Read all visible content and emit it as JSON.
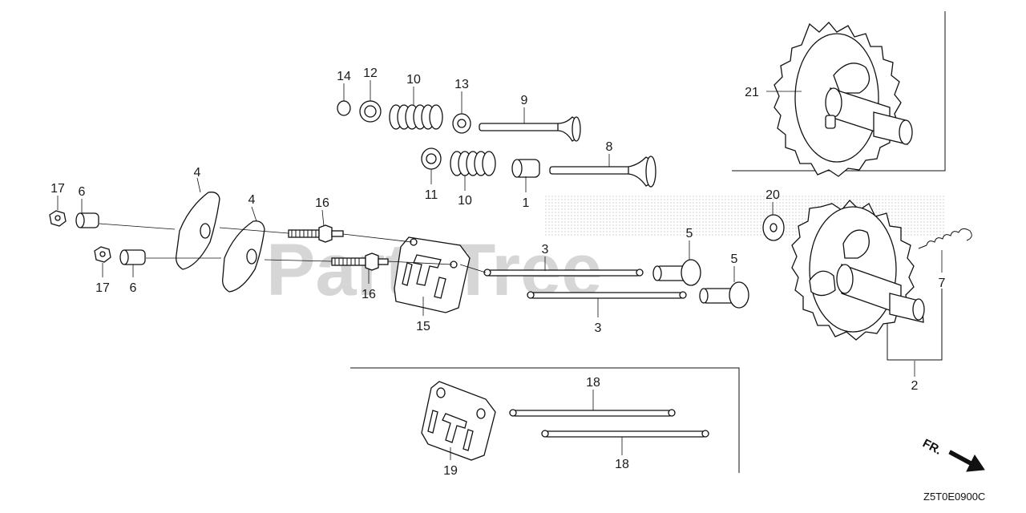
{
  "watermark": "PartsTree",
  "diagram_code": "Z5T0E0900C",
  "front_indicator": "FR.",
  "callouts": {
    "c1": "1",
    "c2": "2",
    "c3a": "3",
    "c3b": "3",
    "c4a": "4",
    "c4b": "4",
    "c5a": "5",
    "c5b": "5",
    "c6a": "6",
    "c6b": "6",
    "c7": "7",
    "c8": "8",
    "c9": "9",
    "c10a": "10",
    "c10b": "10",
    "c11": "11",
    "c12": "12",
    "c13": "13",
    "c14": "14",
    "c15": "15",
    "c16a": "16",
    "c16b": "16",
    "c17a": "17",
    "c17b": "17",
    "c18a": "18",
    "c18b": "18",
    "c19": "19",
    "c20": "20",
    "c21": "21"
  }
}
